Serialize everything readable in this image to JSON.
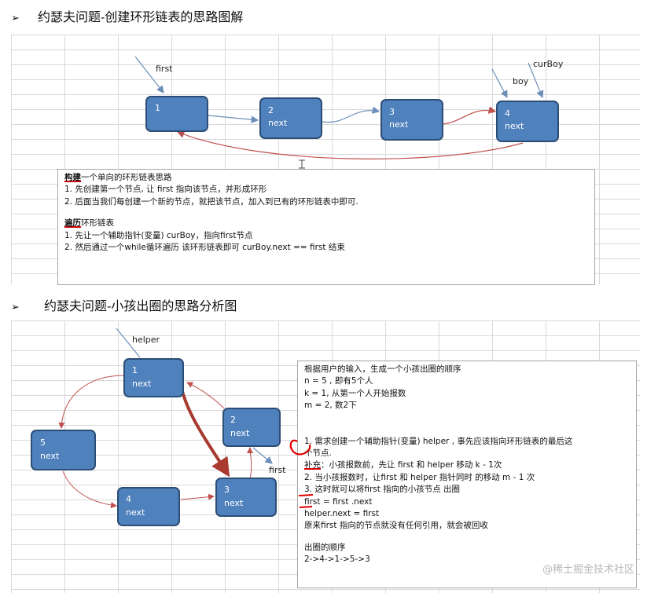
{
  "section1": {
    "bullet": "➢",
    "title": "约瑟夫问题-创建环形链表的思路图解",
    "labels": {
      "first": "first",
      "boy": "boy",
      "curboy": "curBoy"
    },
    "nodes": [
      {
        "num": "1",
        "next": ""
      },
      {
        "num": "2",
        "next": "next"
      },
      {
        "num": "3",
        "next": "next"
      },
      {
        "num": "4",
        "next": "next"
      }
    ],
    "text": {
      "build_title_em": "构建",
      "build_title_rest": "一个单向的环形链表思路",
      "build_1": "1. 先创建第一个节点, 让 first 指向该节点，并形成环形",
      "build_2": "2. 后面当我们每创建一个新的节点，就把该节点，加入到已有的环形链表中即可.",
      "traverse_title_em": "遍历",
      "traverse_title_rest": "环形链表",
      "traverse_1": "1. 先让一个辅助指针(变量) curBoy，指向first节点",
      "traverse_2": "2. 然后通过一个while循环遍历 该环形链表即可 curBoy.next == first 结束"
    }
  },
  "section2": {
    "bullet": "➢",
    "title": "约瑟夫问题-小孩出圈的思路分析图",
    "labels": {
      "helper": "helper",
      "first": "first"
    },
    "nodes": [
      {
        "num": "1",
        "next": "next"
      },
      {
        "num": "2",
        "next": "next"
      },
      {
        "num": "3",
        "next": "next"
      },
      {
        "num": "4",
        "next": "next"
      },
      {
        "num": "5",
        "next": "next"
      }
    ],
    "text": {
      "l1": "根据用户的输入，生成一个小孩出圈的顺序",
      "l2": "n = 5 , 即有5个人",
      "l3": "k = 1, 从第一个人开始报数",
      "l4": "m = 2, 数2下",
      "l5": "1.  需求创建一个辅助指针(变量) helper , 事先应该指向环形链表的最后这",
      "l6": "个节点.",
      "l7_em": "补充",
      "l7_rest": "：小孩报数前，先让 first 和  helper 移动 k - 1次",
      "l8": "2.  当小孩报数时，让first 和 helper 指针同时 的移动  m  - 1 次",
      "l9": "3.  这时就可以将first 指向的小孩节点 出圈",
      "l10": "first = first .next",
      "l11": "helper.next = first",
      "l12": "原来first 指向的节点就没有任何引用，就会被回收",
      "l13": "出圈的顺序",
      "l14": "2->4->1->5->3"
    }
  },
  "watermark": "@稀土掘金技术社区",
  "colors": {
    "node_fill": "#4f81bd",
    "node_border": "#2c4d75",
    "arrow_blue": "#6b8fb8",
    "arrow_red": "#c0504d",
    "hand_red": "#e00000"
  }
}
